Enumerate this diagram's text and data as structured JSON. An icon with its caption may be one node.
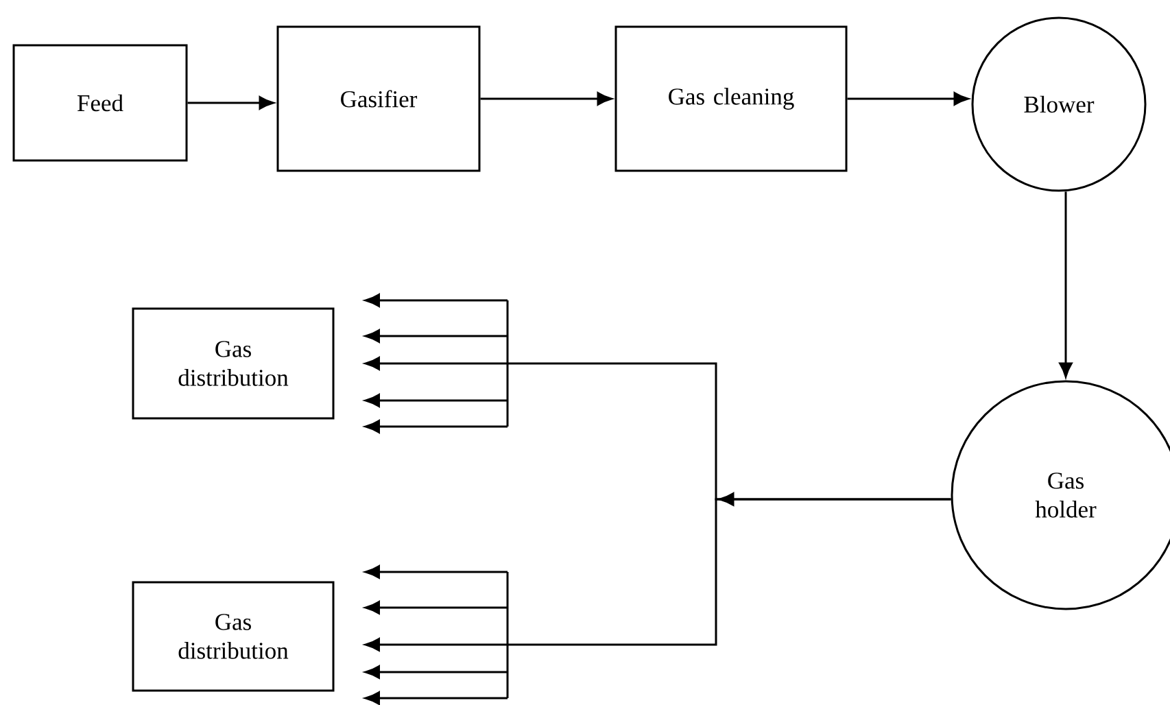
{
  "diagram": {
    "nodes": [
      {
        "text": [
          "Feed"
        ]
      },
      {
        "text": [
          "Gasifier"
        ]
      },
      {
        "text": [
          "Gas cleaning"
        ]
      },
      {
        "text": [
          "Blower"
        ]
      },
      {
        "text": [
          "Gas holder"
        ]
      },
      {
        "text": [
          "Gas distribution"
        ]
      },
      {
        "text": [
          "Gas distribution"
        ]
      }
    ],
    "edges": [
      {
        "from": 0,
        "to": 1,
        "arrow": "to"
      },
      {
        "from": 1,
        "to": 2,
        "arrow": "to"
      },
      {
        "from": 2,
        "to": 3,
        "arrow": "to"
      },
      {
        "from": 3,
        "to": 4,
        "arrow": "to"
      },
      {
        "from": 4,
        "to": 5,
        "arrow": "to"
      },
      {
        "from": 4,
        "to": 6,
        "arrow": "to"
      },
      {
        "from": null,
        "to": 5,
        "arrow": "to"
      },
      {
        "from": null,
        "to": 5,
        "arrow": "to"
      },
      {
        "from": null,
        "to": 5,
        "arrow": "to"
      },
      {
        "from": null,
        "to": 5,
        "arrow": "to"
      },
      {
        "from": null,
        "to": 6,
        "arrow": "to"
      },
      {
        "from": null,
        "to": 6,
        "arrow": "to"
      },
      {
        "from": null,
        "to": 6,
        "arrow": "to"
      },
      {
        "from": null,
        "to": 6,
        "arrow": "to"
      }
    ]
  }
}
